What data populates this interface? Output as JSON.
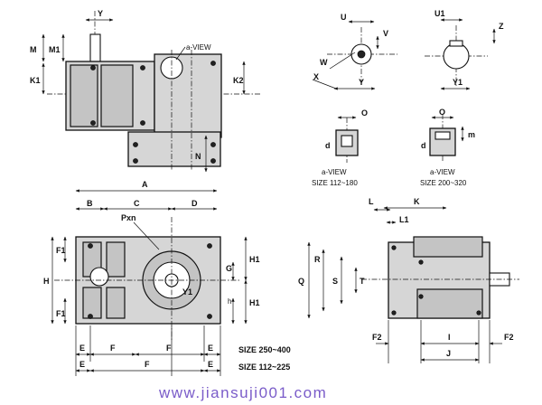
{
  "labels": {
    "Y": "Y",
    "M": "M",
    "M1": "M1",
    "K1": "K1",
    "K2": "K2",
    "N": "N",
    "aview": "a-VIEW",
    "U": "U",
    "V": "V",
    "W": "W",
    "X": "X",
    "Y_side": "Y",
    "Y1_side": "Y1",
    "U1": "U1",
    "Z": "Z",
    "O_left": "O",
    "d_left": "d",
    "aview_small_left": "a-VIEW",
    "size_small_left": "SIZE 112~180",
    "O_right": "O",
    "m_right": "m",
    "d_right": "d",
    "aview_small_right": "a-VIEW",
    "size_small_right": "SIZE 200~320",
    "A": "A",
    "B": "B",
    "C": "C",
    "D": "D",
    "Pxn": "Pxn",
    "F1_top": "F1",
    "F1_bottom": "F1",
    "H": "H",
    "G": "G",
    "H1_top": "H1",
    "H1_bottom": "H1",
    "h": "h",
    "Y1_front": "Y1",
    "E1": "E",
    "F_a": "F",
    "F_b": "F",
    "E2": "E",
    "size_large": "SIZE 250~400",
    "E3": "E",
    "F_c": "F",
    "E4": "E",
    "size_mid": "SIZE 112~225",
    "L": "L",
    "L1": "L1",
    "K": "K",
    "Q": "Q",
    "R": "R",
    "S": "S",
    "T": "T",
    "F2_left": "F2",
    "I": "I",
    "F2_right": "F2",
    "J": "J",
    "watermark": "www.jiansuji001.com"
  }
}
